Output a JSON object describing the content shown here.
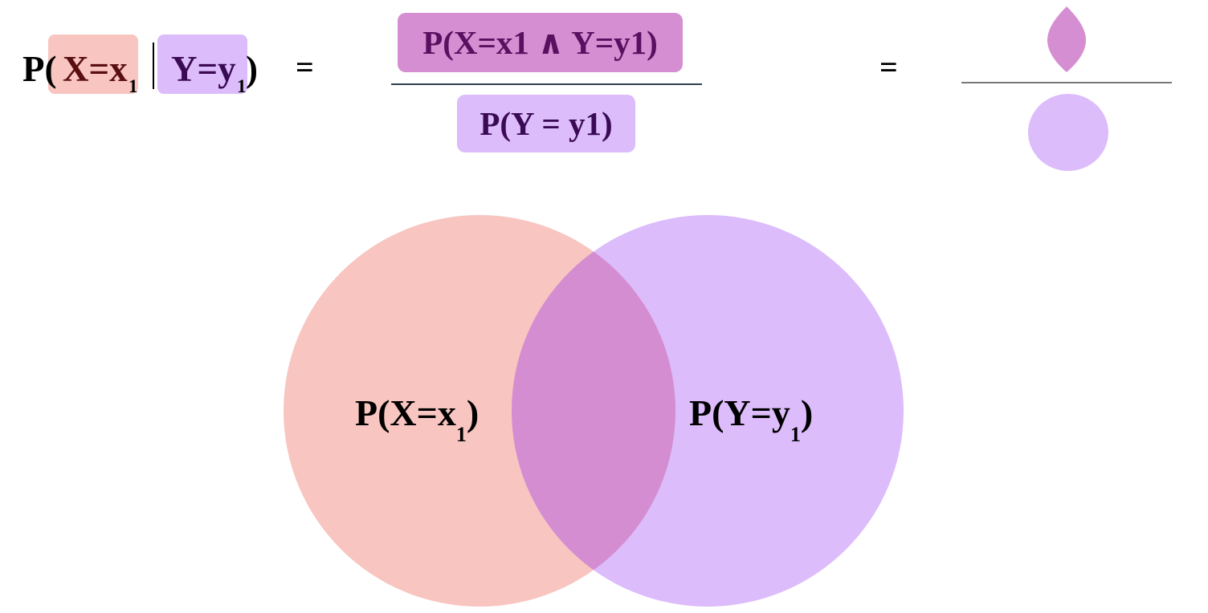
{
  "colors": {
    "x_circle": "#f5a59b",
    "y_circle": "#c08cf7",
    "x_box": "#f8c5c0",
    "y_box": "#dcbcfa",
    "intersection": "#d48dd0",
    "num_box": "#d58ed1",
    "x_text": "#5a0f0f",
    "y_text": "#3a0a55",
    "num_text": "#5a1060",
    "den_text": "#3a0a55"
  },
  "formula": {
    "lhs": {
      "p_open": "P(",
      "x_part": "X=x",
      "x_sub": "1",
      "y_part": "Y=y",
      "y_sub": "1",
      "close": ")"
    },
    "equals_1": "=",
    "numerator": "P(X=x1 ∧ Y=y1)",
    "denominator": "P(Y = y1)",
    "equals_2": "="
  },
  "venn": {
    "x_label": "P(X=x",
    "x_sub": "1",
    "x_close": ")",
    "y_label": "P(Y=y",
    "y_sub": "1",
    "y_close": ")"
  }
}
